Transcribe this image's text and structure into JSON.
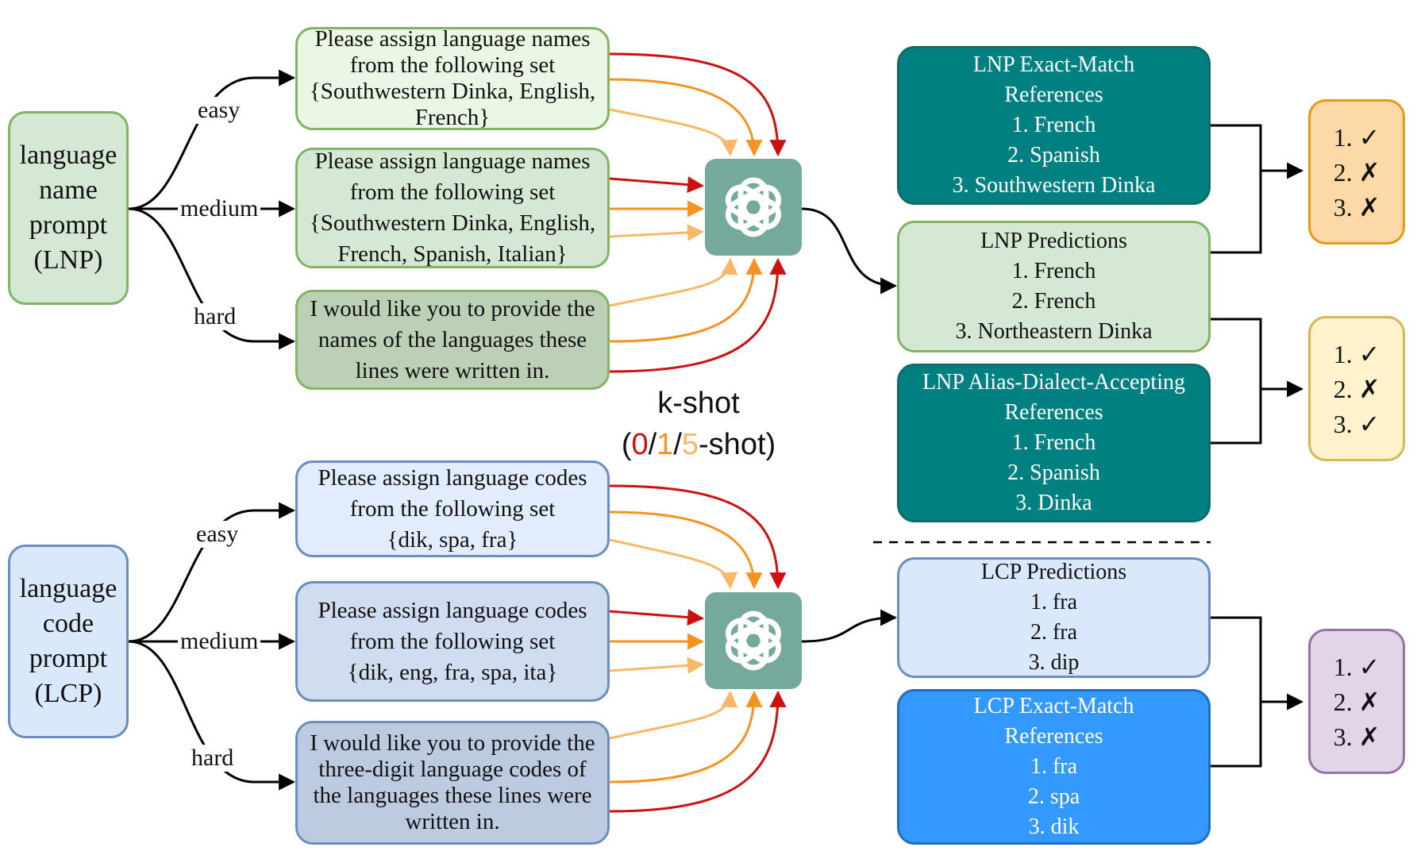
{
  "colors": {
    "red": "#cc1111",
    "orange": "#f59322",
    "light_orange": "#f9b865",
    "ai_icon_bg": "#75a99c",
    "teal_dark": "#008080",
    "green_light": "#d5e8d4",
    "blue_light": "#dae8fc",
    "blue_bright": "#3399ff",
    "check_orange": "#fdd9a8",
    "check_yellow": "#fff2cc",
    "check_purple": "#e1d5e7"
  },
  "lnp": {
    "root_lines": [
      "language",
      "name",
      "prompt",
      "(LNP)"
    ],
    "difficulty": {
      "easy": "easy",
      "medium": "medium",
      "hard": "hard"
    },
    "easy_lines": [
      "Please assign language names",
      "from the following set",
      "{Southwestern Dinka, English,",
      "French}"
    ],
    "medium_lines": [
      "Please assign language names",
      "from the following set",
      "{Southwestern Dinka, English,",
      "French, Spanish, Italian}"
    ],
    "hard_lines": [
      "I would like you to provide the",
      "names of the languages these",
      "lines were written in."
    ]
  },
  "lcp": {
    "root_lines": [
      "language",
      "code",
      "prompt",
      "(LCP)"
    ],
    "difficulty": {
      "easy": "easy",
      "medium": "medium",
      "hard": "hard"
    },
    "easy_lines": [
      "Please assign language codes",
      "from the following set",
      "{dik, spa, fra}"
    ],
    "medium_lines": [
      "Please assign language codes",
      "from the following set",
      "{dik, eng, fra, spa, ita}"
    ],
    "hard_lines": [
      "I would like you to provide the",
      "three-digit language codes of",
      "the languages these lines were",
      "written in."
    ]
  },
  "kshot": {
    "title": "k-shot",
    "open": "(",
    "zero": "0",
    "sep1": "/",
    "one": "1",
    "sep2": "/",
    "five": "5",
    "tail": "-shot)"
  },
  "results": {
    "lnp_exact_lines": [
      "LNP Exact-Match",
      "References",
      "1. French",
      "2. Spanish",
      "3. Southwestern Dinka"
    ],
    "lnp_pred_lines": [
      "LNP Predictions",
      "1. French",
      "2. French",
      "3. Northeastern Dinka"
    ],
    "lnp_alias_lines": [
      "LNP Alias-Dialect-Accepting",
      "References",
      "1. French",
      "2. Spanish",
      "3. Dinka"
    ],
    "lcp_pred_lines": [
      "LCP Predictions",
      "1. fra",
      "2. fra",
      "3. dip"
    ],
    "lcp_exact_lines": [
      "LCP Exact-Match",
      "References",
      "1. fra",
      "2. spa",
      "3. dik"
    ]
  },
  "scores": {
    "lnp_exact": [
      "1. ✓",
      "2. ✗",
      "3. ✗"
    ],
    "lnp_alias": [
      "1. ✓",
      "2. ✗",
      "3. ✓"
    ],
    "lcp_exact": [
      "1. ✓",
      "2. ✗",
      "3. ✗"
    ]
  }
}
